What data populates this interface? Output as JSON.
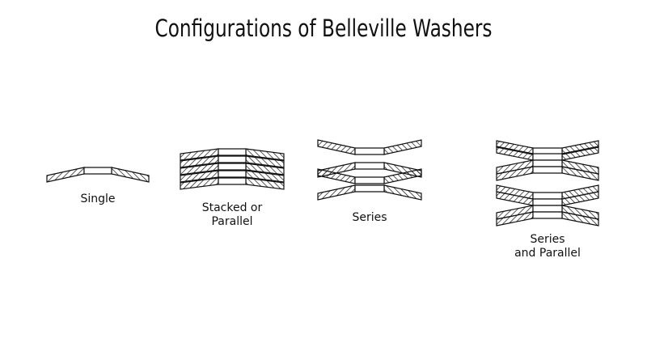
{
  "title": "Configurations of Belleville Washers",
  "labels": {
    "single": "Single",
    "stacked_line1": "Stacked or",
    "stacked_line2": "Parallel",
    "series": "Series",
    "series_parallel_line1": "Series",
    "series_parallel_line2": "and Parallel"
  },
  "colors": {
    "stroke": "#111111",
    "fill": "#ffffff"
  }
}
